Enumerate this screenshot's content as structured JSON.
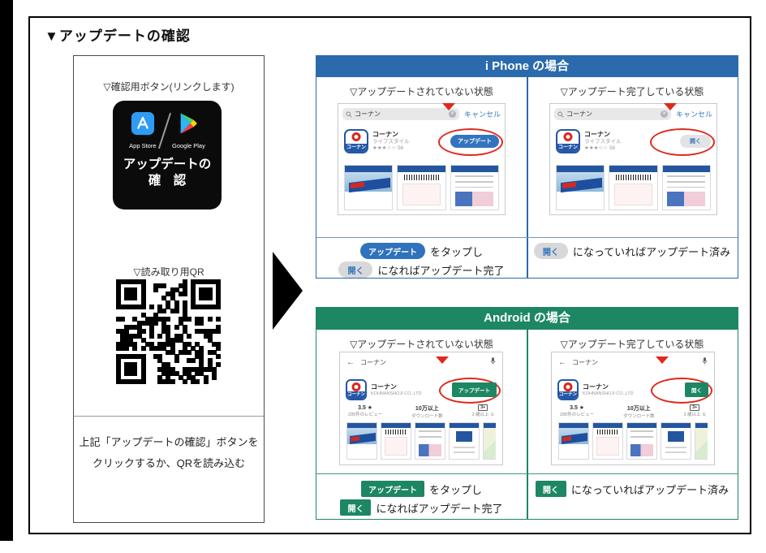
{
  "page": {
    "heading": "▼アップデートの確認"
  },
  "left_panel": {
    "button_caption": "▽確認用ボタン(リンクします)",
    "badge": {
      "app_store": "App Store",
      "google_play": "Google Play",
      "line1": "アップデートの",
      "line2": "確　認"
    },
    "qr_caption": "▽読み取り用QR",
    "note_line1": "上記「アップデートの確認」ボタンを",
    "note_line2": "クリックするか、QRを読み込む"
  },
  "shared": {
    "not_updated_header": "▽アップデートされていない状態",
    "updated_header": "▽アップデート完了している状態",
    "search_text": "コーナン",
    "app_name": "コーナン",
    "icon_text": "コーナン",
    "update_label": "アップデート",
    "open_label": "開く",
    "tap_text": "をタップし",
    "done_text": "になればアップデート完了",
    "already_text": "になっていればアップデート済み"
  },
  "iphone": {
    "title": "i Phone の場合",
    "cancel": "キャンセル",
    "category": "ライフスタイル",
    "rating": "★★★☆☆ 56"
  },
  "android": {
    "title": "Android の場合",
    "developer": "KOHNANSHOJI CO.,LTD",
    "rating_value": "3.5 ★",
    "rating_sub": "295件のレビュー",
    "downloads_value": "10万以上",
    "downloads_sub": "ダウンロード数",
    "age_badge": "3+",
    "age_sub": "3 歳以上 ①"
  },
  "colors": {
    "iphone_accent": "#2a6aad",
    "android_accent": "#1d8764",
    "highlight_red": "#e0291c"
  }
}
